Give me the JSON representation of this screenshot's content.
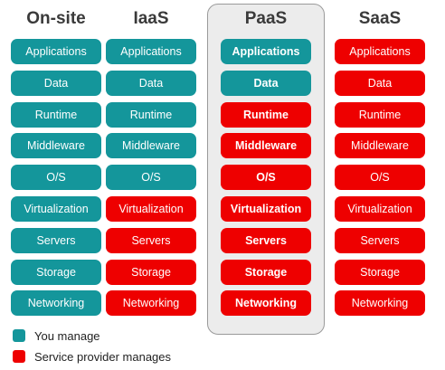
{
  "colors": {
    "you_manage": "#14969b",
    "provider_manages": "#ee0000"
  },
  "columns": [
    {
      "title": "On-site",
      "highlight": false,
      "cells": [
        {
          "label": "Applications",
          "owner": "you"
        },
        {
          "label": "Data",
          "owner": "you"
        },
        {
          "label": "Runtime",
          "owner": "you"
        },
        {
          "label": "Middleware",
          "owner": "you"
        },
        {
          "label": "O/S",
          "owner": "you"
        },
        {
          "label": "Virtualization",
          "owner": "you"
        },
        {
          "label": "Servers",
          "owner": "you"
        },
        {
          "label": "Storage",
          "owner": "you"
        },
        {
          "label": "Networking",
          "owner": "you"
        }
      ]
    },
    {
      "title": "IaaS",
      "highlight": false,
      "cells": [
        {
          "label": "Applications",
          "owner": "you"
        },
        {
          "label": "Data",
          "owner": "you"
        },
        {
          "label": "Runtime",
          "owner": "you"
        },
        {
          "label": "Middleware",
          "owner": "you"
        },
        {
          "label": "O/S",
          "owner": "you"
        },
        {
          "label": "Virtualization",
          "owner": "provider"
        },
        {
          "label": "Servers",
          "owner": "provider"
        },
        {
          "label": "Storage",
          "owner": "provider"
        },
        {
          "label": "Networking",
          "owner": "provider"
        }
      ]
    },
    {
      "title": "PaaS",
      "highlight": true,
      "cells": [
        {
          "label": "Applications",
          "owner": "you"
        },
        {
          "label": "Data",
          "owner": "you"
        },
        {
          "label": "Runtime",
          "owner": "provider"
        },
        {
          "label": "Middleware",
          "owner": "provider"
        },
        {
          "label": "O/S",
          "owner": "provider"
        },
        {
          "label": "Virtualization",
          "owner": "provider"
        },
        {
          "label": "Servers",
          "owner": "provider"
        },
        {
          "label": "Storage",
          "owner": "provider"
        },
        {
          "label": "Networking",
          "owner": "provider"
        }
      ]
    },
    {
      "title": "SaaS",
      "highlight": false,
      "cells": [
        {
          "label": "Applications",
          "owner": "provider"
        },
        {
          "label": "Data",
          "owner": "provider"
        },
        {
          "label": "Runtime",
          "owner": "provider"
        },
        {
          "label": "Middleware",
          "owner": "provider"
        },
        {
          "label": "O/S",
          "owner": "provider"
        },
        {
          "label": "Virtualization",
          "owner": "provider"
        },
        {
          "label": "Servers",
          "owner": "provider"
        },
        {
          "label": "Storage",
          "owner": "provider"
        },
        {
          "label": "Networking",
          "owner": "provider"
        }
      ]
    }
  ],
  "legend": {
    "you_manage": "You manage",
    "provider_manages": "Service provider manages"
  }
}
